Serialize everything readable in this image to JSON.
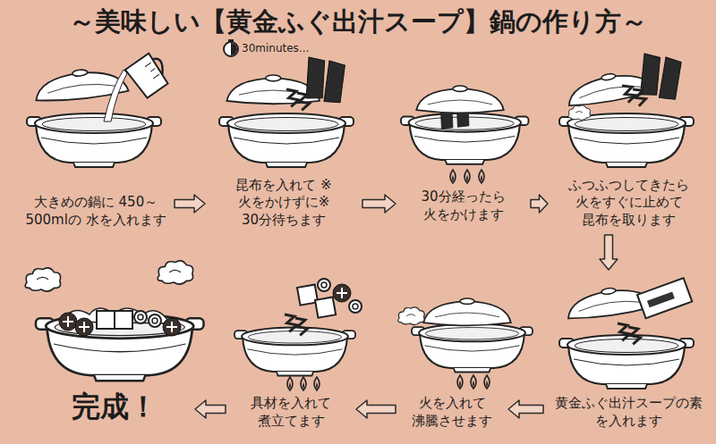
{
  "diagram": {
    "title": "～美味しい【黄金ふぐ出汁スープ】鍋の作り方～",
    "nodes": [
      {
        "text": [
          "大きめの鍋に 450～500mlの 水を入れます"
        ]
      },
      {
        "text": [
          "昆布を入れて ※火をかけずに※ 30分待ちます"
        ]
      },
      {
        "text": [
          "30分経ったら 火をかけます"
        ]
      },
      {
        "text": [
          "ふつふつしてきたら 火をすぐに止めて 昆布を取ります"
        ]
      },
      {
        "text": [
          "黄金ふぐ出汁スープの素 を入れます"
        ]
      },
      {
        "text": [
          "火を入れて 沸騰させます"
        ]
      },
      {
        "text": [
          "具材を入れて 煮立てます"
        ]
      },
      {
        "text": [
          "完成！"
        ]
      }
    ],
    "edges": [
      {
        "from": 0,
        "to": 1,
        "arrow": "to"
      },
      {
        "from": 1,
        "to": 2,
        "arrow": "to"
      },
      {
        "from": 2,
        "to": 3,
        "arrow": "to"
      },
      {
        "from": 3,
        "to": 4,
        "arrow": "to"
      },
      {
        "from": 4,
        "to": 5,
        "arrow": "to"
      },
      {
        "from": 5,
        "to": 6,
        "arrow": "to"
      },
      {
        "from": 6,
        "to": 7,
        "arrow": "to"
      }
    ],
    "labels": [
      "30minutes..."
    ]
  }
}
